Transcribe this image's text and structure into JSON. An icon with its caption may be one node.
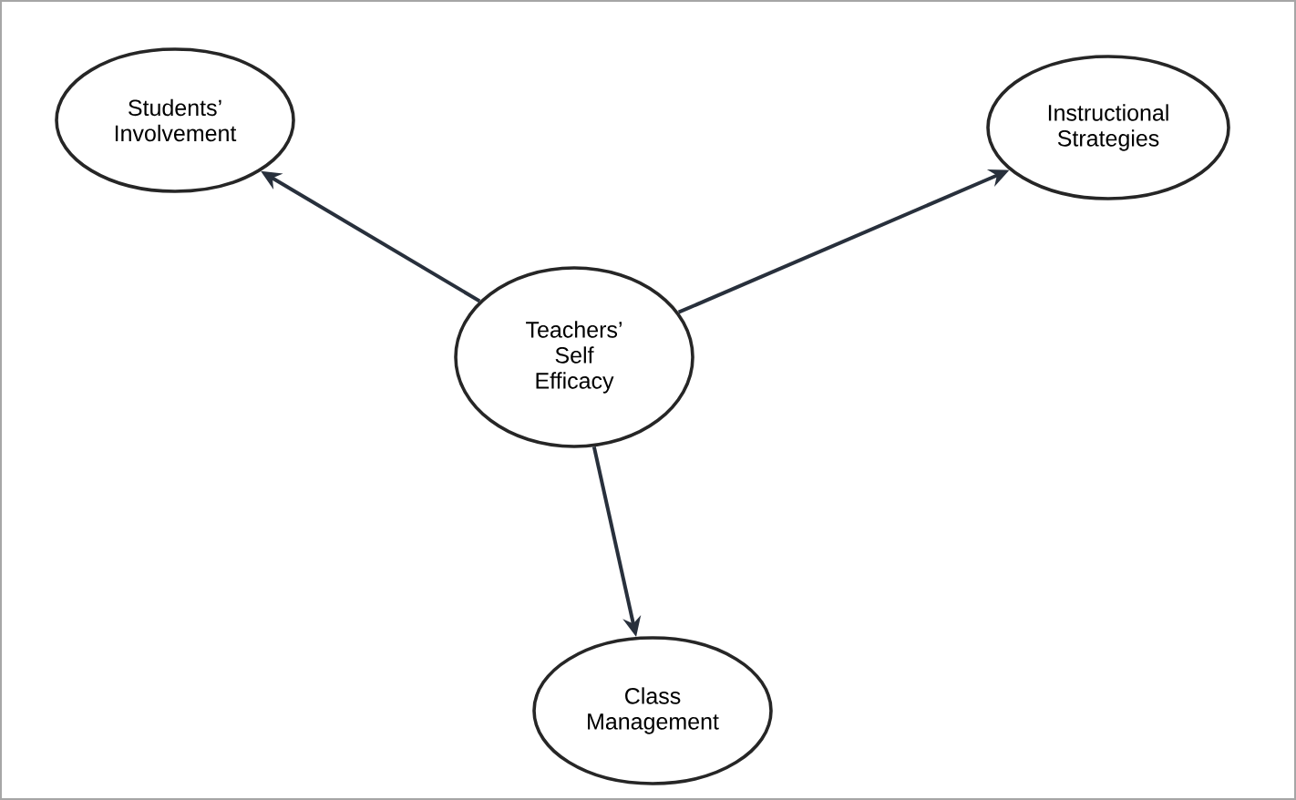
{
  "diagram": {
    "nodes": [
      {
        "text": [
          "Students’ Involvement"
        ]
      },
      {
        "text": [
          "Instructional Strategies"
        ]
      },
      {
        "text": [
          "Teachers’ Self Efficacy"
        ]
      },
      {
        "text": [
          "Class Management"
        ]
      }
    ],
    "edges": [
      {
        "from": 2,
        "to": 0,
        "arrow": "to"
      },
      {
        "from": 2,
        "to": 1,
        "arrow": "to"
      },
      {
        "from": 2,
        "to": 3,
        "arrow": "to"
      }
    ]
  }
}
